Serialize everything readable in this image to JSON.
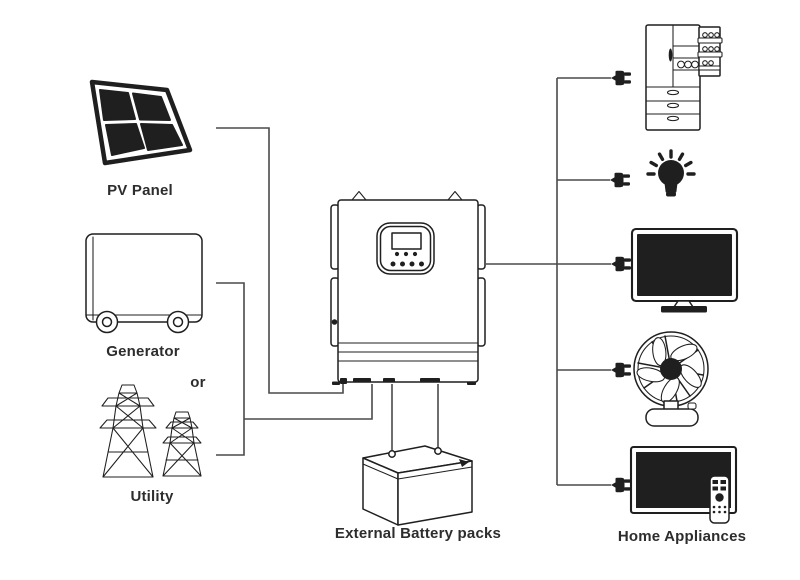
{
  "diagram": {
    "sources": [
      {
        "id": "pv_panel",
        "label": "PV Panel"
      },
      {
        "id": "generator",
        "label": "Generator"
      },
      {
        "id": "or_join",
        "label": "or"
      },
      {
        "id": "utility",
        "label": "Utility"
      }
    ],
    "center": {
      "id": "inverter",
      "icon": "inverter-icon"
    },
    "storage": {
      "id": "battery",
      "label": "External Battery packs"
    },
    "loads": {
      "id": "home_appliances",
      "label": "Home Appliances",
      "items": [
        "refrigerator",
        "light-bulb",
        "tv",
        "fan",
        "flat-tv"
      ]
    },
    "icons": [
      "pv-panel-icon",
      "generator-icon",
      "utility-towers-icon",
      "inverter-icon",
      "battery-icon",
      "power-plug-icon",
      "refrigerator-icon",
      "light-bulb-icon",
      "tv-icon",
      "fan-icon",
      "flat-tv-icon",
      "remote-control-icon"
    ],
    "colors": {
      "line": "#4a4a4a",
      "ink": "#1f1f1f",
      "background": "#ffffff"
    }
  }
}
